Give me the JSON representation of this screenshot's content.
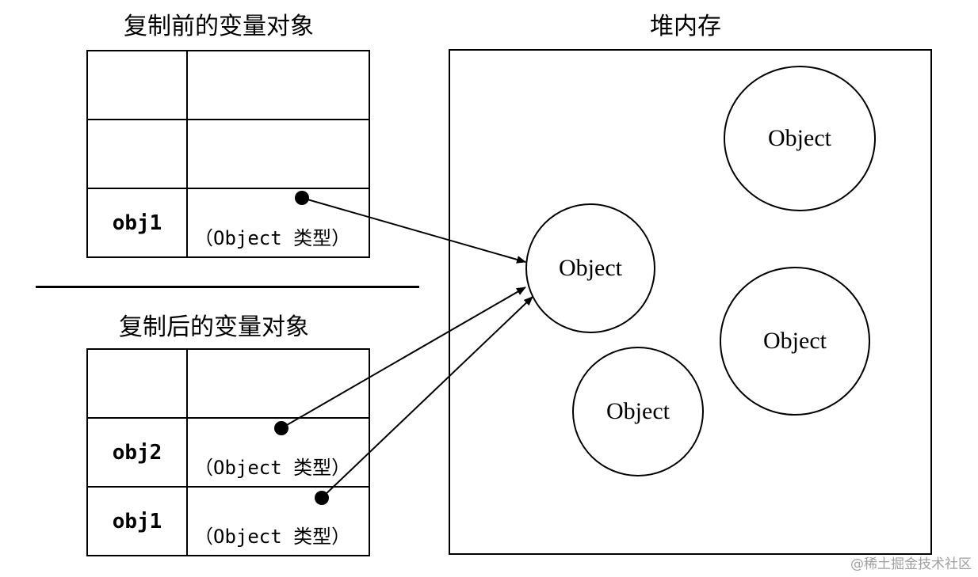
{
  "before": {
    "title": "复制前的变量对象",
    "rows": [
      {
        "name": "",
        "value": ""
      },
      {
        "name": "",
        "value": ""
      },
      {
        "name": "obj1",
        "value": "（Object 类型）"
      }
    ]
  },
  "after": {
    "title": "复制后的变量对象",
    "rows": [
      {
        "name": "",
        "value": ""
      },
      {
        "name": "obj2",
        "value": "（Object 类型）"
      },
      {
        "name": "obj1",
        "value": "（Object 类型）"
      }
    ]
  },
  "heap": {
    "title": "堆内存",
    "objects": [
      "Object",
      "Object",
      "Object",
      "Object"
    ]
  },
  "watermark": "@稀土掘金技术社区"
}
